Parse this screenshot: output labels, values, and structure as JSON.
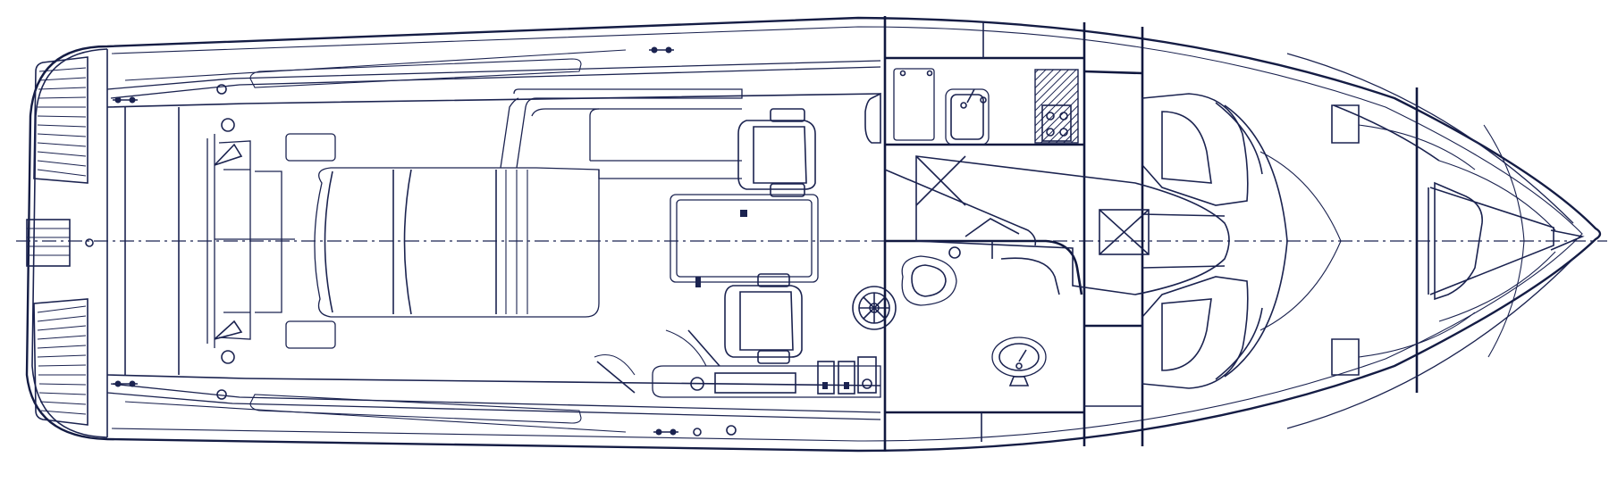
{
  "image": {
    "kind": "boat deck layout line drawing",
    "colors": {
      "line": "#1b2350",
      "background": "#ffffff"
    },
    "icons": [
      "swim-platform",
      "cockpit-seating",
      "helm-seat",
      "steering-wheel",
      "galley-sink",
      "galley-stove",
      "head-toilet",
      "head-washbasin",
      "forward-berth",
      "cleat",
      "hatch"
    ]
  }
}
